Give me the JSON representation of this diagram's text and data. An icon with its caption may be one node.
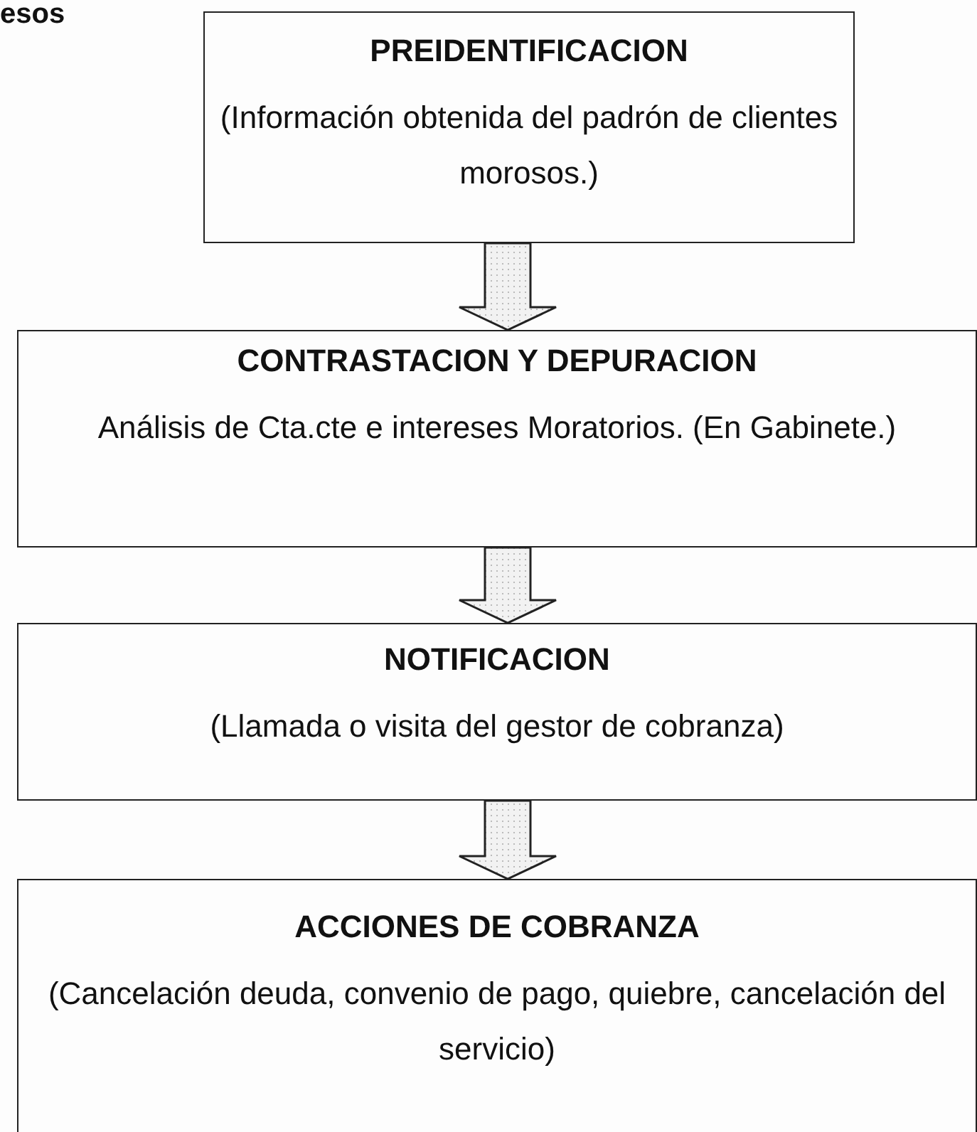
{
  "diagram": {
    "nodes": [
      {
        "text": [
          "PREIDENTIFICACION",
          "(Información obtenida del padrón de clientes morosos.)"
        ]
      },
      {
        "text": [
          "CONTRASTACION Y DEPURACION",
          "Análisis de Cta.cte e intereses Moratorios. (En Gabinete.)"
        ]
      },
      {
        "text": [
          "NOTIFICACION",
          "(Llamada o visita del gestor de cobranza)"
        ]
      },
      {
        "text": [
          "ACCIONES DE COBRANZA",
          "(Cancelación deuda, convenio de pago, quiebre, cancelación del servicio)"
        ]
      }
    ],
    "edges": [
      {
        "from": 0,
        "to": 1,
        "arrow": "to"
      },
      {
        "from": 1,
        "to": 2,
        "arrow": "to"
      },
      {
        "from": 2,
        "to": 3,
        "arrow": "to"
      }
    ],
    "labels": [
      "esos"
    ]
  }
}
